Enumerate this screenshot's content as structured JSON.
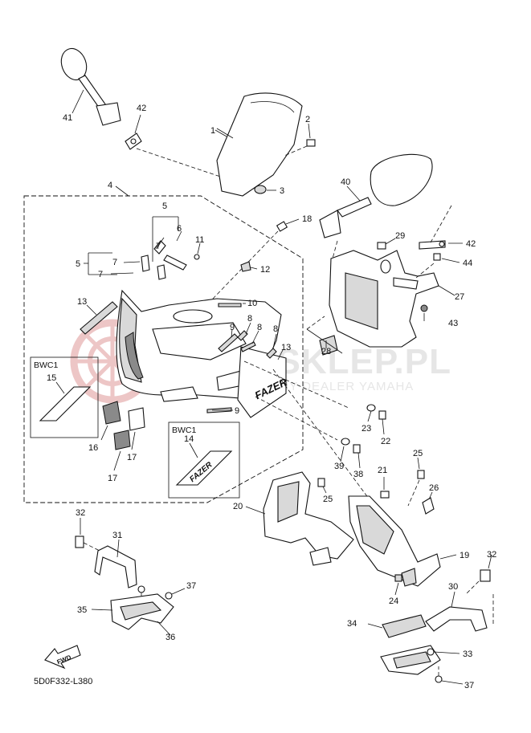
{
  "diagram_code": "5D0F332-L380",
  "watermark": {
    "name": "YAMASKLEP.PL",
    "tagline": "AUTORYZOWANY DEALER YAMAHA",
    "logo_color": "#e7b3b3"
  },
  "fwd_label": "FWD",
  "boxes": {
    "bwc1_left": "BWC1",
    "bwc1_right": "BWC1"
  },
  "decal_text": "FAZER",
  "callouts": {
    "c1": "1",
    "c2": "2",
    "c3": "3",
    "c4": "4",
    "c5a": "5",
    "c5b": "5",
    "c6": "6",
    "c7a": "7",
    "c7b": "7",
    "c7c": "7",
    "c8a": "8",
    "c8b": "8",
    "c8c": "8",
    "c9a": "9",
    "c9b": "9",
    "c10": "10",
    "c11": "11",
    "c12": "12",
    "c13a": "13",
    "c13b": "13",
    "c14": "14",
    "c15": "15",
    "c16": "16",
    "c17a": "17",
    "c17b": "17",
    "c18": "18",
    "c19": "19",
    "c20": "20",
    "c21": "21",
    "c22": "22",
    "c23": "23",
    "c24": "24",
    "c25a": "25",
    "c25b": "25",
    "c26": "26",
    "c27": "27",
    "c28": "28",
    "c29": "29",
    "c30": "30",
    "c31": "31",
    "c32a": "32",
    "c32b": "32",
    "c33": "33",
    "c34": "34",
    "c35": "35",
    "c36": "36",
    "c37a": "37",
    "c37b": "37",
    "c38": "38",
    "c39": "39",
    "c40": "40",
    "c41": "41",
    "c42a": "42",
    "c42b": "42",
    "c43": "43",
    "c44": "44"
  }
}
